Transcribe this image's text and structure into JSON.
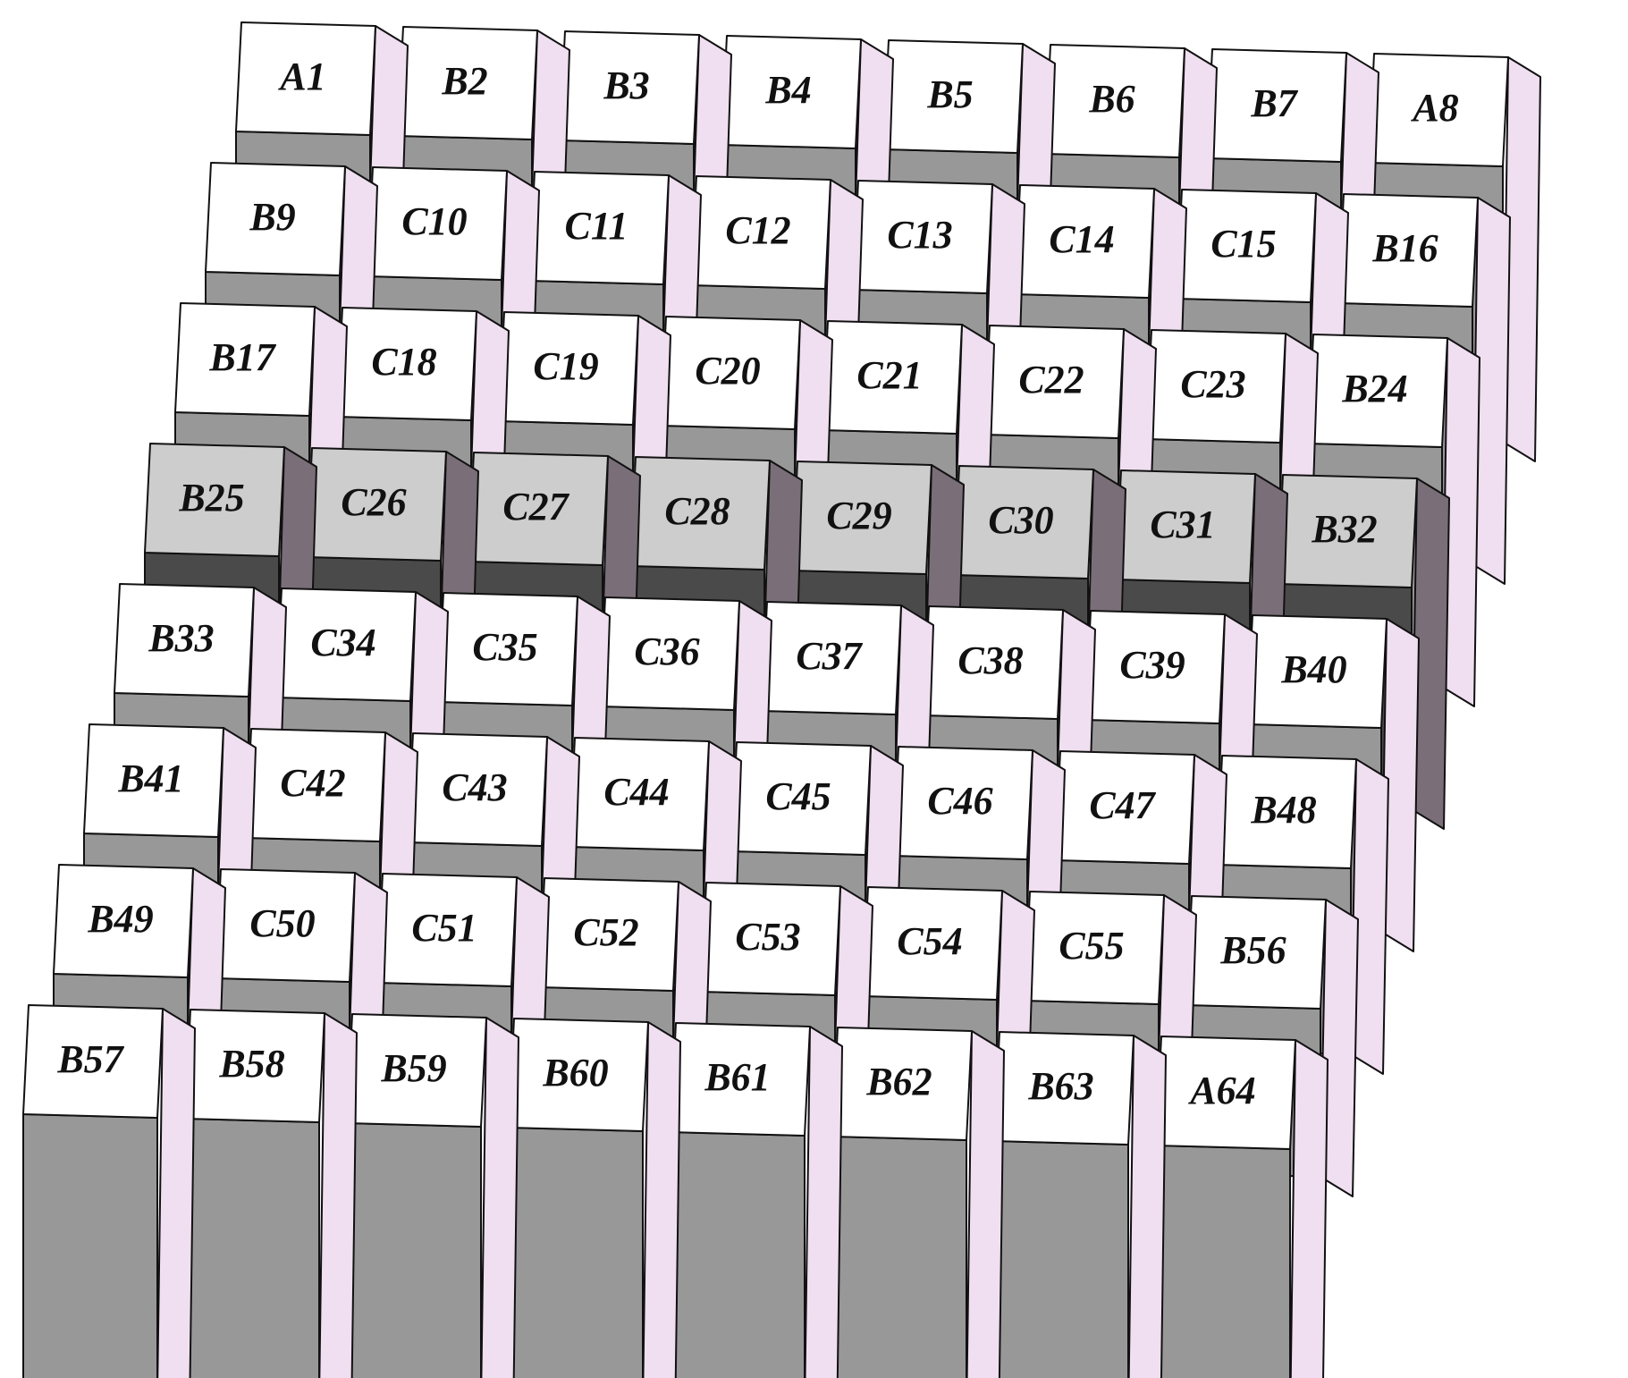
{
  "colors": {
    "background": "#ffffff",
    "top_face": "#ffffff",
    "side_face": "#f0dff0",
    "front_face": "#989898",
    "highlight_top": "#cdcdcd",
    "highlight_side": "#7a6f78",
    "highlight_front": "#4a4a4a",
    "edge": "#111111",
    "label_text": "#111111"
  },
  "highlighted_row": 4,
  "front_tall_row": 8,
  "rows": [
    [
      "A1",
      "B2",
      "B3",
      "B4",
      "B5",
      "B6",
      "B7",
      "A8"
    ],
    [
      "B9",
      "C10",
      "C11",
      "C12",
      "C13",
      "C14",
      "C15",
      "B16"
    ],
    [
      "B17",
      "C18",
      "C19",
      "C20",
      "C21",
      "C22",
      "C23",
      "B24"
    ],
    [
      "B25",
      "C26",
      "C27",
      "C28",
      "C29",
      "C30",
      "C31",
      "B32"
    ],
    [
      "B33",
      "C34",
      "C35",
      "C36",
      "C37",
      "C38",
      "C39",
      "B40"
    ],
    [
      "B41",
      "C42",
      "C43",
      "C44",
      "C45",
      "C46",
      "C47",
      "B48"
    ],
    [
      "B49",
      "C50",
      "C51",
      "C52",
      "C53",
      "C54",
      "C55",
      "B56"
    ],
    [
      "B57",
      "B58",
      "B59",
      "B60",
      "B61",
      "B62",
      "B63",
      "A64"
    ]
  ]
}
